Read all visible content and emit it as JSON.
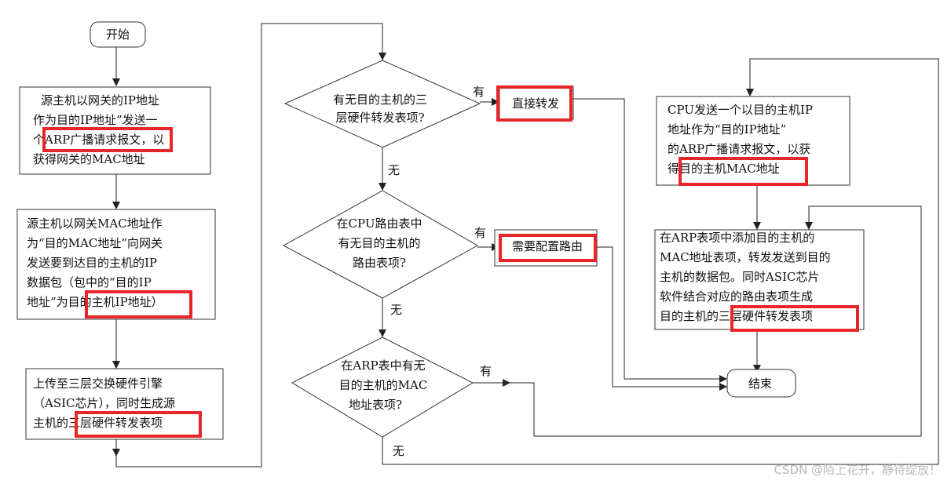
{
  "nodes": {
    "start": "开始",
    "step1": [
      "源主机以网关的IP地址",
      "作为目的IP地址”发送一",
      "个ARP广播请求报文，以",
      "获得网关的MAC地址"
    ],
    "step2": [
      "源主机以网关MAC地址作",
      "为“目的MAC地址”向网关",
      "发送要到达目的主机的IP",
      "数据包（包中的“目的IP",
      "地址”为目的主机IP地址）"
    ],
    "step3": [
      "上传至三层交换硬件引擎",
      "（ASIC芯片），同时生成源",
      "主机的三层硬件转发表项"
    ],
    "decision1": [
      "有无目的主机的三",
      "层硬件转发表项?"
    ],
    "direct": "直接转发",
    "decision2": [
      "在CPU路由表中",
      "有无目的主机的",
      "路由表项?"
    ],
    "route": "需要配置路由",
    "decision3": [
      "在ARP表中有无",
      "目的主机的MAC",
      "地址表项?"
    ],
    "cpu": [
      "CPU发送一个以目的主机IP",
      "地址作为“目的IP地址”",
      "的ARP广播请求报文，以获",
      "得目的主机MAC地址"
    ],
    "arp": [
      "在ARP表项中添加目的主机的",
      "MAC地址表项，转发发送到目的",
      "主机的数据包。同时ASIC芯片",
      "软件结合对应的路由表项生成",
      "目的主机的三层硬件转发表项"
    ],
    "end": "结束"
  },
  "edge_labels": {
    "yes": "有",
    "no": "无"
  },
  "watermark": "CSDN @陌上花开，静待绽放！",
  "colors": {
    "highlight": "#e8262a",
    "line": "#222222",
    "watermark": "#b9b9b9"
  }
}
